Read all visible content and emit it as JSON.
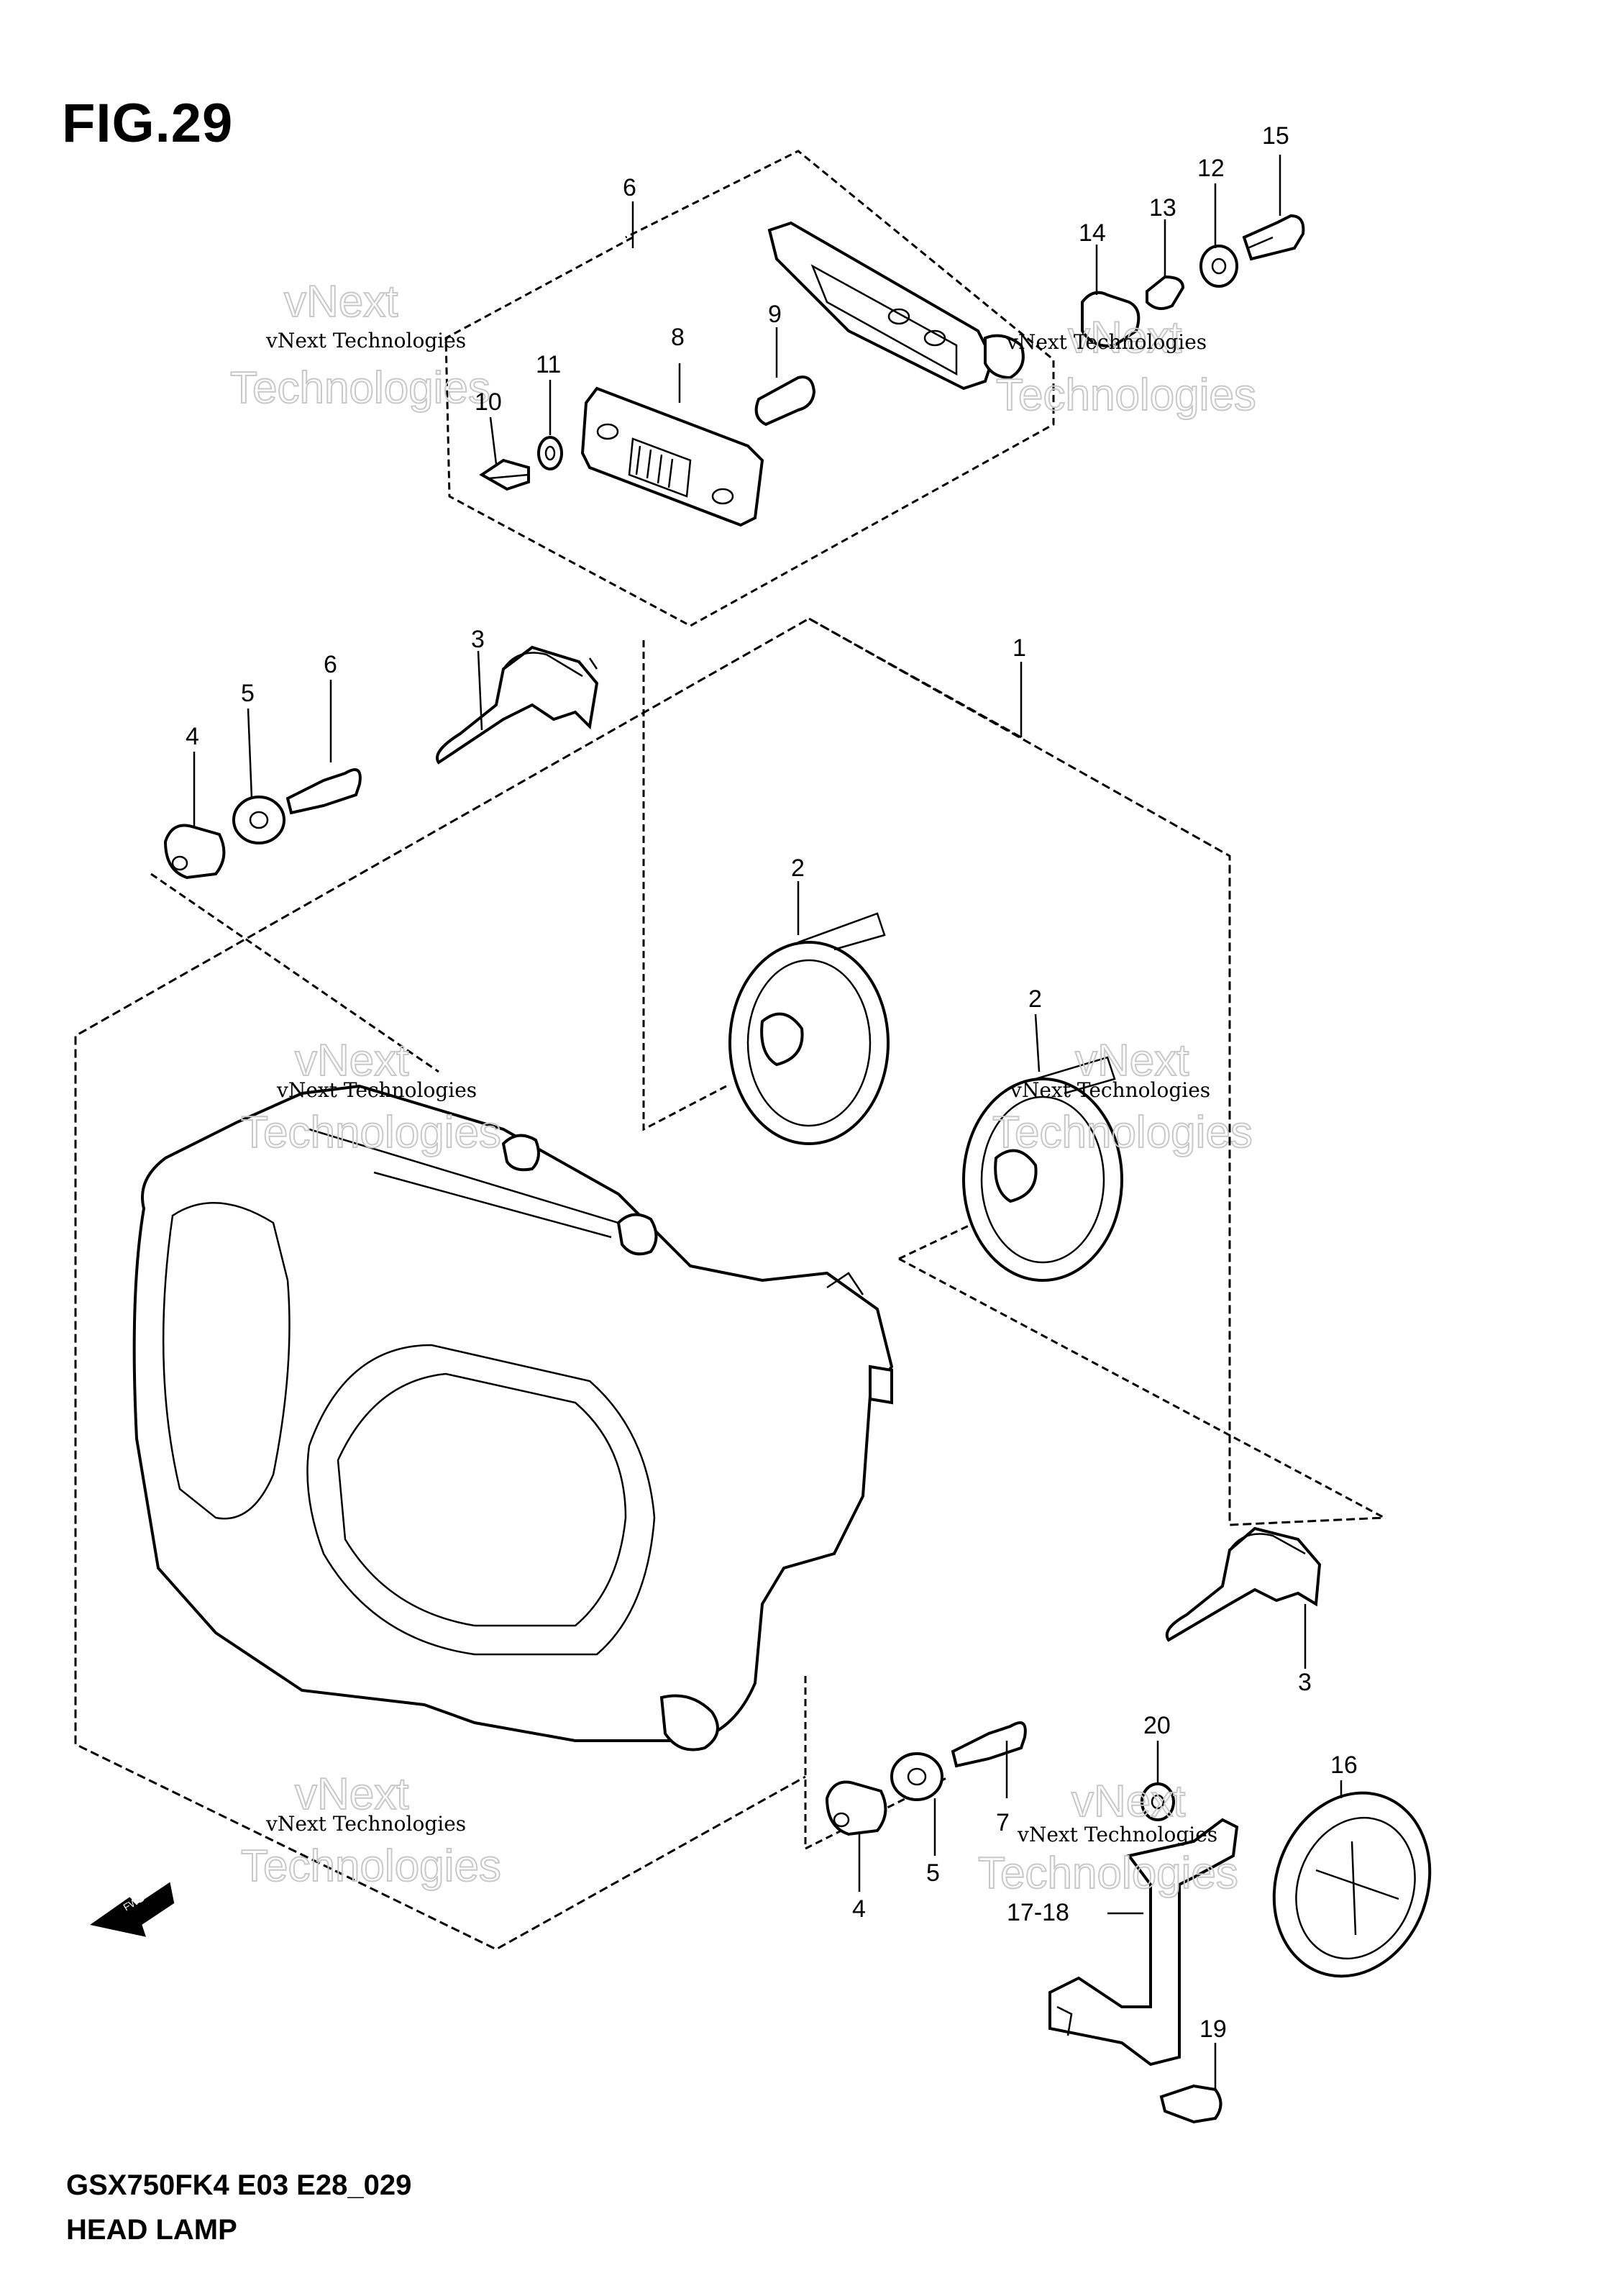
{
  "figure": {
    "title": "FIG.29",
    "model_code": "GSX750FK4 E03 E28_029",
    "name": "HEAD LAMP"
  },
  "callouts": [
    {
      "id": "c1",
      "label": "1"
    },
    {
      "id": "c2a",
      "label": "2"
    },
    {
      "id": "c2b",
      "label": "2"
    },
    {
      "id": "c3a",
      "label": "3"
    },
    {
      "id": "c3b",
      "label": "3"
    },
    {
      "id": "c4a",
      "label": "4"
    },
    {
      "id": "c4b",
      "label": "4"
    },
    {
      "id": "c5a",
      "label": "5"
    },
    {
      "id": "c5b",
      "label": "5"
    },
    {
      "id": "c6a",
      "label": "6"
    },
    {
      "id": "c6b",
      "label": "6"
    },
    {
      "id": "c7",
      "label": "7"
    },
    {
      "id": "c8",
      "label": "8"
    },
    {
      "id": "c9",
      "label": "9"
    },
    {
      "id": "c10",
      "label": "10"
    },
    {
      "id": "c11",
      "label": "11"
    },
    {
      "id": "c12",
      "label": "12"
    },
    {
      "id": "c13",
      "label": "13"
    },
    {
      "id": "c14",
      "label": "14"
    },
    {
      "id": "c15",
      "label": "15"
    },
    {
      "id": "c16",
      "label": "16"
    },
    {
      "id": "c17",
      "label": "17-18"
    },
    {
      "id": "c19",
      "label": "19"
    },
    {
      "id": "c20",
      "label": "20"
    }
  ],
  "watermark": {
    "small": "vNext Technologies",
    "big_top": "vNext",
    "big_bottom": "Technologies"
  },
  "front_arrow": {
    "label": "FWD",
    "icon": "front-arrow-icon"
  }
}
